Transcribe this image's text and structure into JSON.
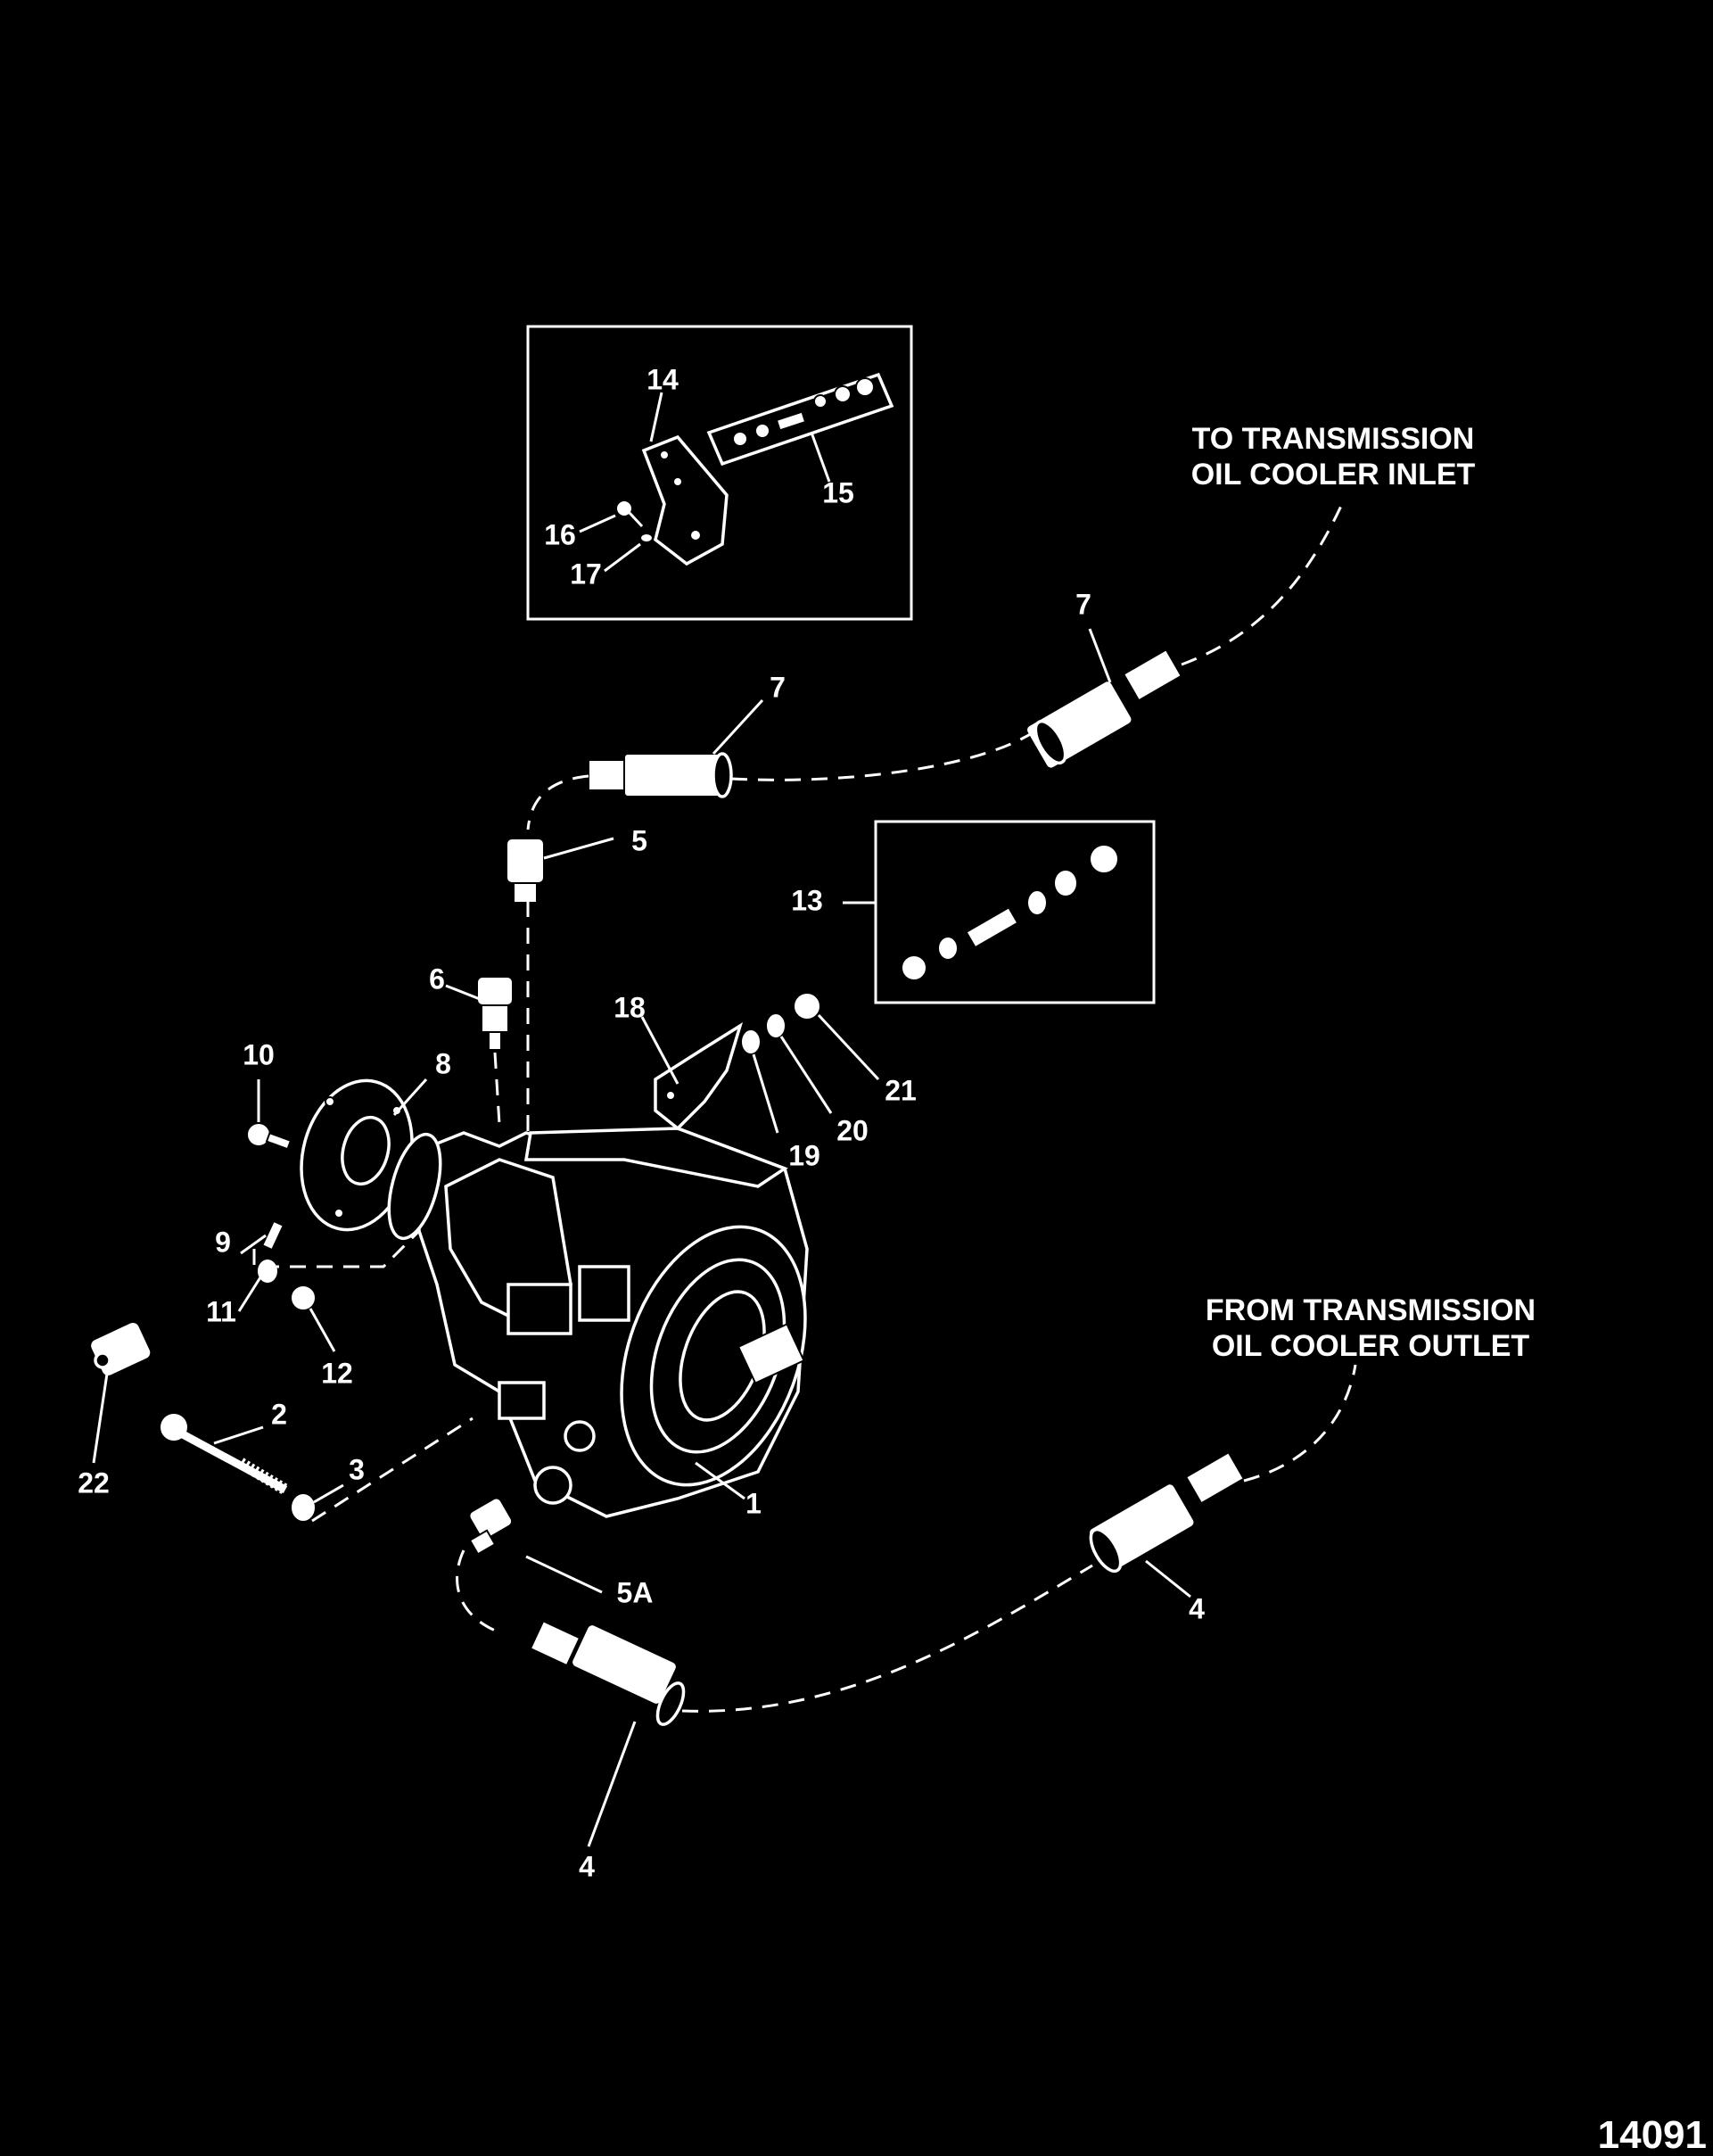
{
  "diagram": {
    "callouts": {
      "c1": "1",
      "c2": "2",
      "c3": "3",
      "c4a": "4",
      "c4b": "4",
      "c5": "5",
      "c5a": "5A",
      "c6": "6",
      "c7a": "7",
      "c7b": "7",
      "c8": "8",
      "c9": "9",
      "c10": "10",
      "c11": "11",
      "c12": "12",
      "c13": "13",
      "c14": "14",
      "c15": "15",
      "c16": "16",
      "c17": "17",
      "c18": "18",
      "c19": "19",
      "c20": "20",
      "c21": "21",
      "c22": "22"
    },
    "notes": {
      "inlet_line1": "TO TRANSMISSION",
      "inlet_line2": "OIL COOLER INLET",
      "outlet_line1": "FROM TRANSMISSION",
      "outlet_line2": "OIL COOLER OUTLET"
    },
    "figure_number": "14091"
  }
}
